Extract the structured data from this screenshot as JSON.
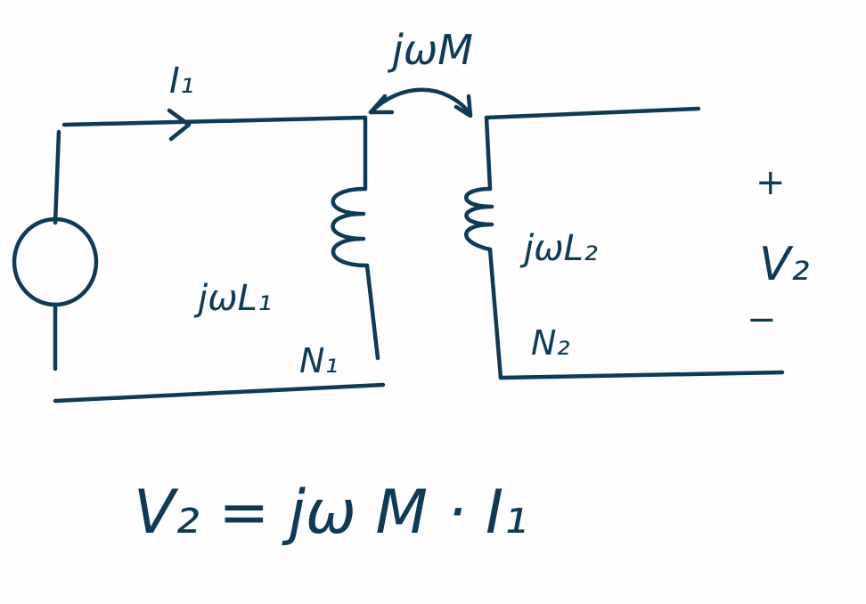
{
  "diagram": {
    "primary": {
      "current_label": "I₁",
      "inductance_label": "jωL₁",
      "turns_label": "N₁"
    },
    "coupling": {
      "mutual_label": "jωM"
    },
    "secondary": {
      "inductance_label": "jωL₂",
      "turns_label": "N₂",
      "voltage_label": "V₂",
      "plus_sign": "+",
      "minus_sign": "−"
    },
    "equation": "V₂ = jω M · I₁"
  },
  "colors": {
    "ink": "#0d3a56",
    "paper": "#fefefe"
  }
}
